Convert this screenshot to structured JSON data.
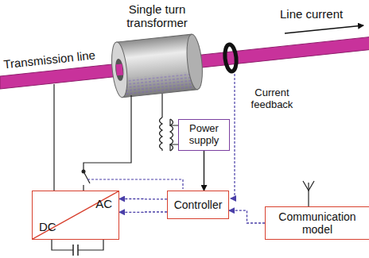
{
  "diagram": {
    "nodes": [
      {
        "text": [
          "Power supply"
        ]
      },
      {
        "text": [
          "AC",
          "DC"
        ]
      },
      {
        "text": [
          "Controller"
        ]
      },
      {
        "text": [
          "Communication model"
        ]
      }
    ],
    "edges": [
      {
        "from": 0,
        "to": 2,
        "arrow": "to"
      },
      {
        "from": 3,
        "to": 2,
        "arrow": "to"
      },
      {
        "from": 2,
        "to": 1,
        "arrow": "to"
      },
      {
        "from": 2,
        "to": 1,
        "arrow": "to"
      }
    ],
    "labels": [
      "Transmission line",
      "Single turn transformer",
      "Line current",
      "Current feedback"
    ]
  }
}
